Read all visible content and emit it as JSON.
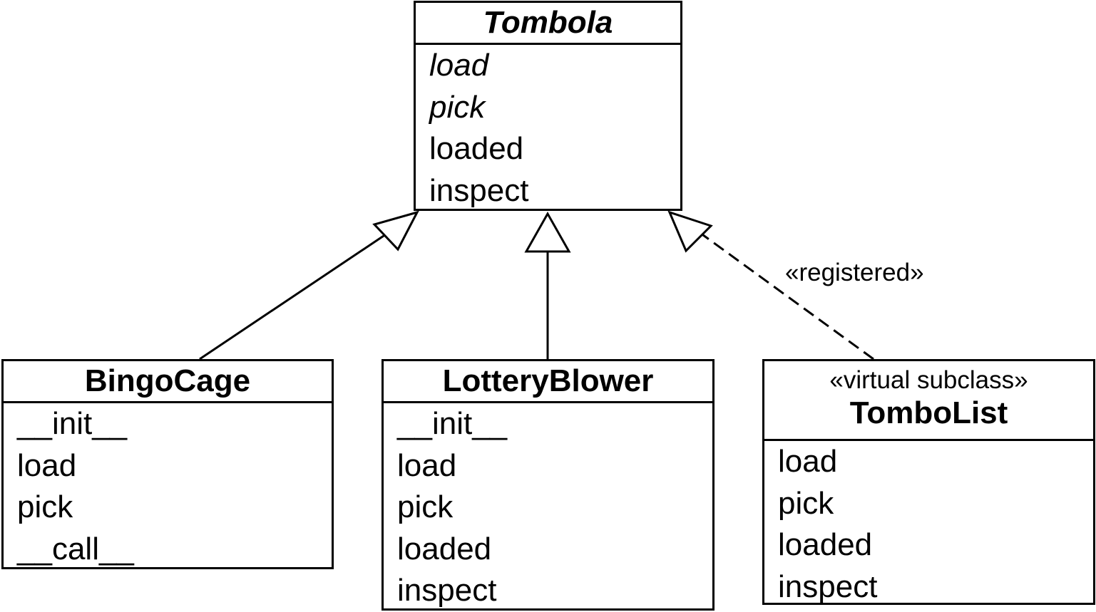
{
  "diagram": {
    "classes": [
      {
        "key": "tombola",
        "name": "Tombola",
        "stereotype": "",
        "abstract": true,
        "members": [
          {
            "name": "load",
            "abstract": true
          },
          {
            "name": "pick",
            "abstract": true
          },
          {
            "name": "loaded",
            "abstract": false
          },
          {
            "name": "inspect",
            "abstract": false
          }
        ]
      },
      {
        "key": "bingocage",
        "name": "BingoCage",
        "stereotype": "",
        "abstract": false,
        "members": [
          {
            "name": "__init__",
            "abstract": false
          },
          {
            "name": "load",
            "abstract": false
          },
          {
            "name": "pick",
            "abstract": false
          },
          {
            "name": "__call__",
            "abstract": false
          }
        ]
      },
      {
        "key": "lotteryblower",
        "name": "LotteryBlower",
        "stereotype": "",
        "abstract": false,
        "members": [
          {
            "name": "__init__",
            "abstract": false
          },
          {
            "name": "load",
            "abstract": false
          },
          {
            "name": "pick",
            "abstract": false
          },
          {
            "name": "loaded",
            "abstract": false
          },
          {
            "name": "inspect",
            "abstract": false
          }
        ]
      },
      {
        "key": "tombolist",
        "name": "TomboList",
        "stereotype": "«virtual subclass»",
        "abstract": false,
        "members": [
          {
            "name": "load",
            "abstract": false
          },
          {
            "name": "pick",
            "abstract": false
          },
          {
            "name": "loaded",
            "abstract": false
          },
          {
            "name": "inspect",
            "abstract": false
          }
        ]
      }
    ],
    "relationships": [
      {
        "from": "bingocage",
        "to": "tombola",
        "kind": "inheritance",
        "line": "solid",
        "label": ""
      },
      {
        "from": "lotteryblower",
        "to": "tombola",
        "kind": "inheritance",
        "line": "solid",
        "label": ""
      },
      {
        "from": "tombolist",
        "to": "tombola",
        "kind": "registration",
        "line": "dashed",
        "label": "«registered»"
      }
    ]
  }
}
